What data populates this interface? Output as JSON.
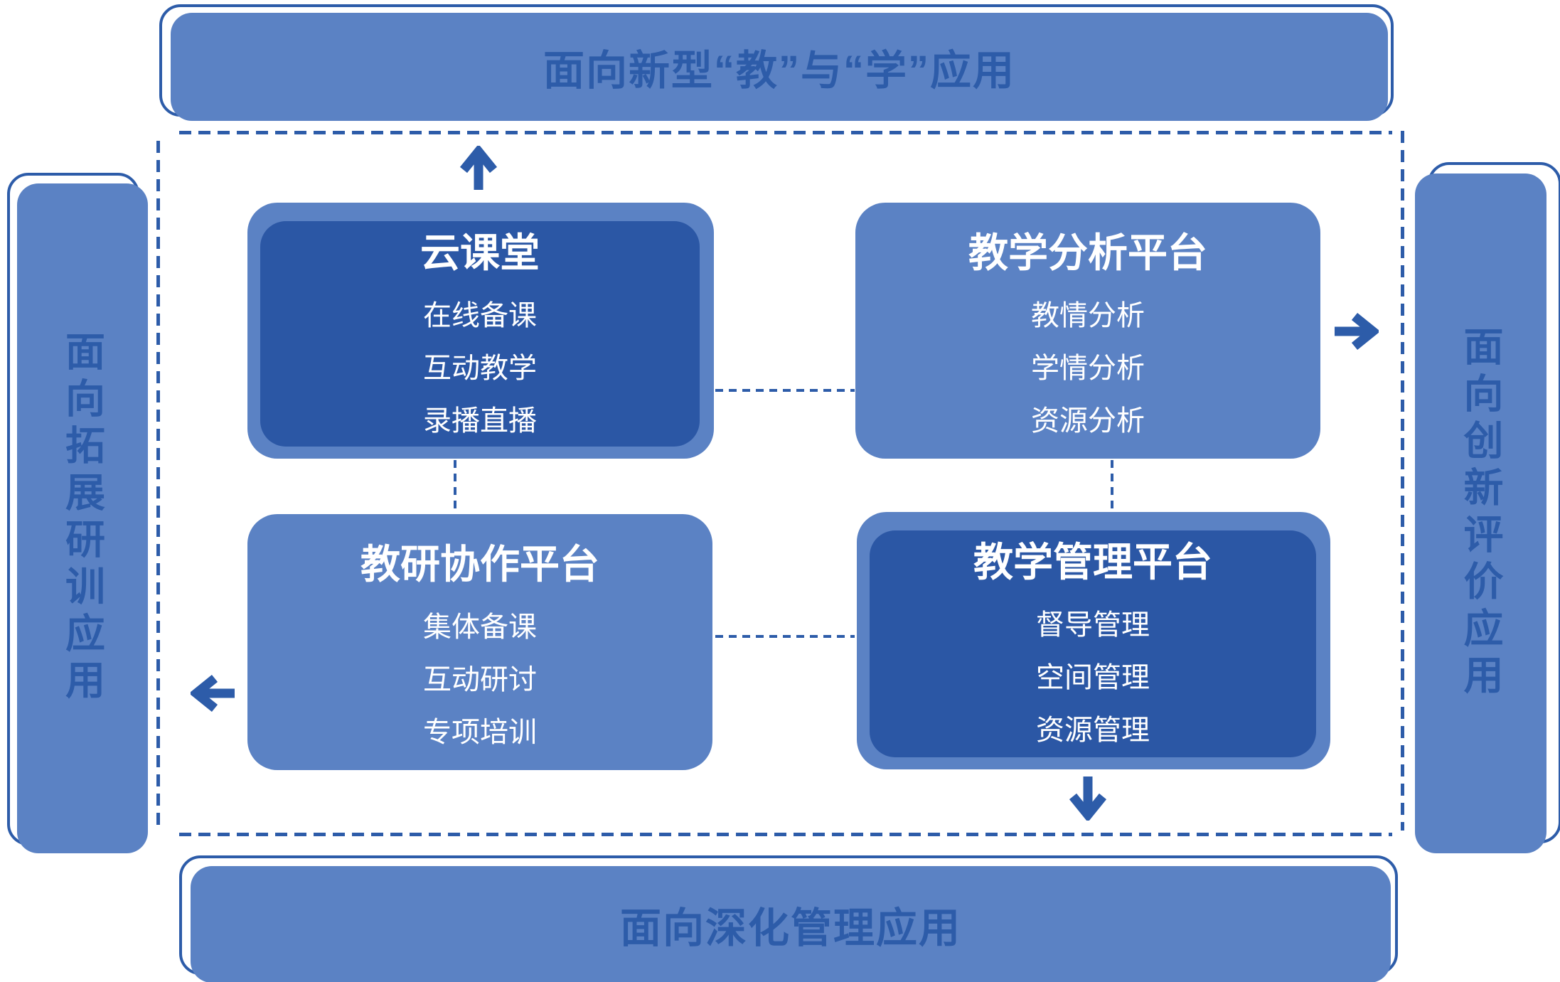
{
  "banners": {
    "top": {
      "label": "面向新型“教”与“学”应用"
    },
    "bottom": {
      "label": "面向深化管理应用"
    },
    "left": {
      "label": "面向拓展研训应用"
    },
    "right": {
      "label": "面向创新评价应用"
    }
  },
  "boxes": {
    "cloud_classroom": {
      "title": "云课堂",
      "items": [
        "在线备课",
        "互动教学",
        "录播直播"
      ]
    },
    "teaching_analysis": {
      "title": "教学分析平台",
      "items": [
        "教情分析",
        "学情分析",
        "资源分析"
      ]
    },
    "research_collaboration": {
      "title": "教研协作平台",
      "items": [
        "集体备课",
        "互动研讨",
        "专项培训"
      ]
    },
    "teaching_management": {
      "title": "教学管理平台",
      "items": [
        "督导管理",
        "空间管理",
        "资源管理"
      ]
    }
  },
  "arrows": {
    "top": "up-arrow",
    "right": "right-arrow",
    "left": "left-arrow",
    "bottom": "down-arrow"
  },
  "colors": {
    "medium_blue": "#5b82c4",
    "dark_blue": "#2b57a5",
    "accent_blue": "#2d5ca9",
    "text_on_boxes": "#ffffff"
  }
}
